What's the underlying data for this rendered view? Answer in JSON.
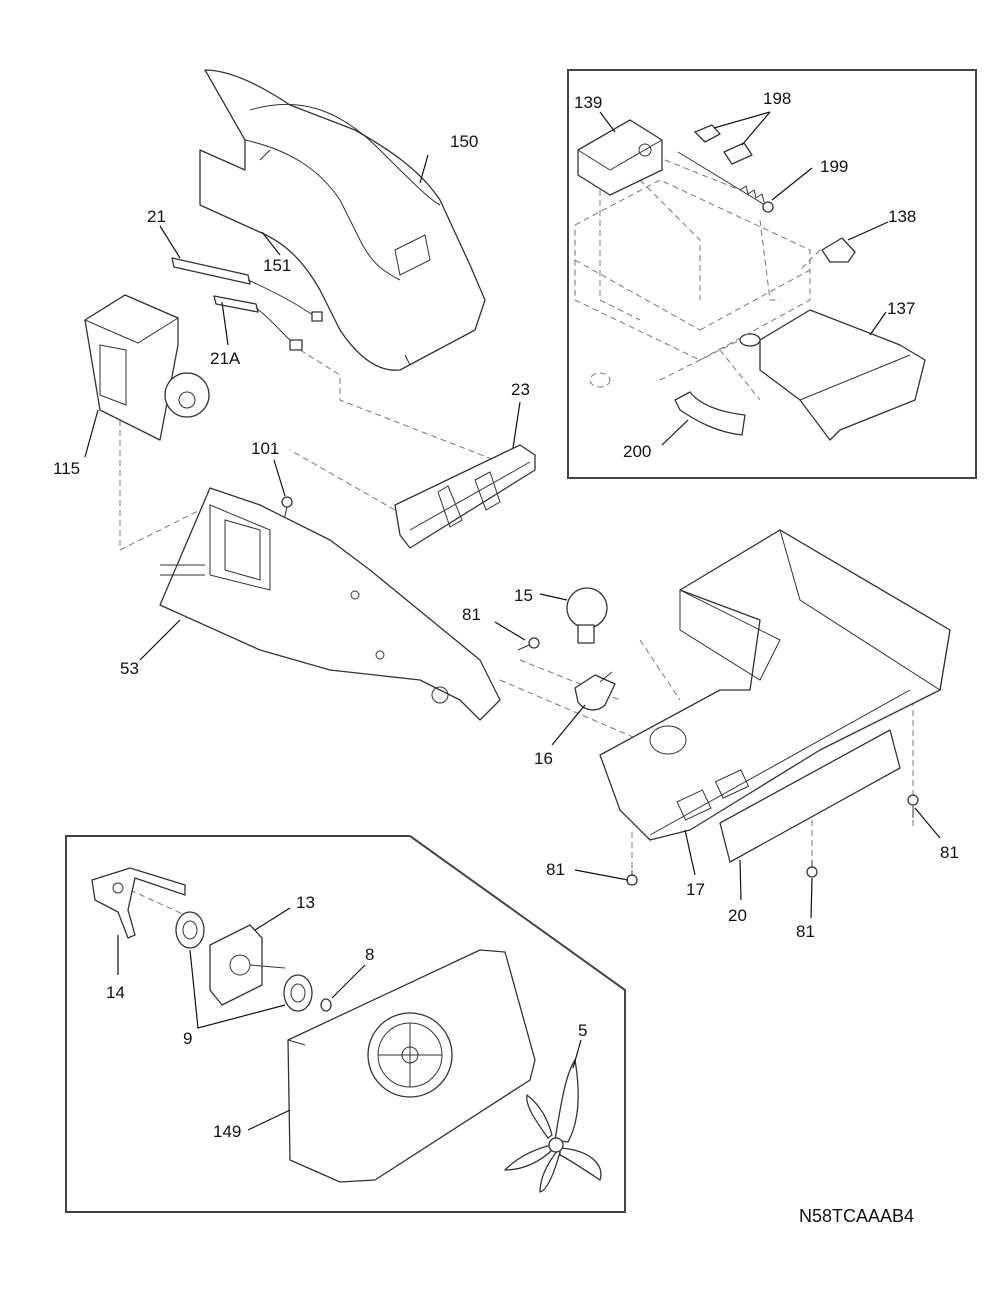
{
  "diagram_code": "N58TCAAAB4",
  "callouts": {
    "c150": "150",
    "c151": "151",
    "c21": "21",
    "c21A": "21A",
    "c115": "115",
    "c101": "101",
    "c23": "23",
    "c53": "53",
    "c81a": "81",
    "c15": "15",
    "c16": "16",
    "c81b": "81",
    "c17": "17",
    "c20": "20",
    "c81c": "81",
    "c81d": "81",
    "c139": "139",
    "c198": "198",
    "c199": "199",
    "c138": "138",
    "c137": "137",
    "c200": "200",
    "c13": "13",
    "c8": "8",
    "c14": "14",
    "c9": "9",
    "c5": "5",
    "c149": "149"
  }
}
